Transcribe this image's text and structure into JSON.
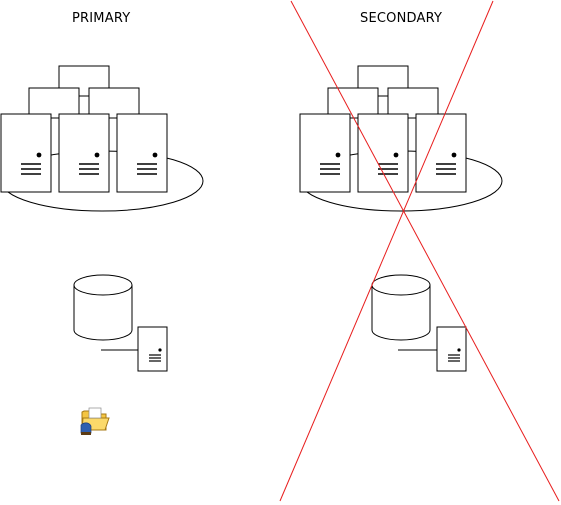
{
  "sites": {
    "primary": {
      "label": "PRIMARY"
    },
    "secondary": {
      "label": "SECONDARY",
      "status": "failed",
      "cross_color": "#e81e1e"
    }
  },
  "icons": {
    "server_cluster": "server-cluster-icon",
    "database": "database-icon",
    "server": "server-icon",
    "folder": "shared-folder-icon"
  },
  "colors": {
    "stroke": "#000000",
    "background": "#ffffff",
    "cross": "#e81e1e"
  }
}
